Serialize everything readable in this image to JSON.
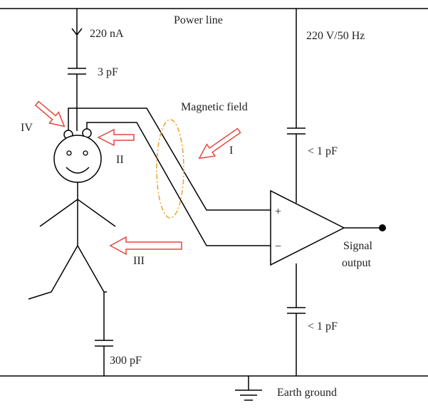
{
  "labels": {
    "power_line": "Power line",
    "current": "220 nA",
    "cap_3pf": "3 pF",
    "voltage": "220 V/50 Hz",
    "magnetic_field": "Magnetic field",
    "path_i": "I",
    "path_ii": "II",
    "path_iii": "III",
    "path_iv": "IV",
    "cap_1pf_top": "< 1 pF",
    "cap_1pf_bottom": "< 1 pF",
    "plus": "+",
    "minus": "−",
    "signal": "Signal",
    "output": "output",
    "cap_300pf": "300 pF",
    "earth_ground": "Earth ground"
  },
  "colors": {
    "arrow": "#e8453c",
    "field": "#f0a030",
    "wire": "#000000"
  }
}
